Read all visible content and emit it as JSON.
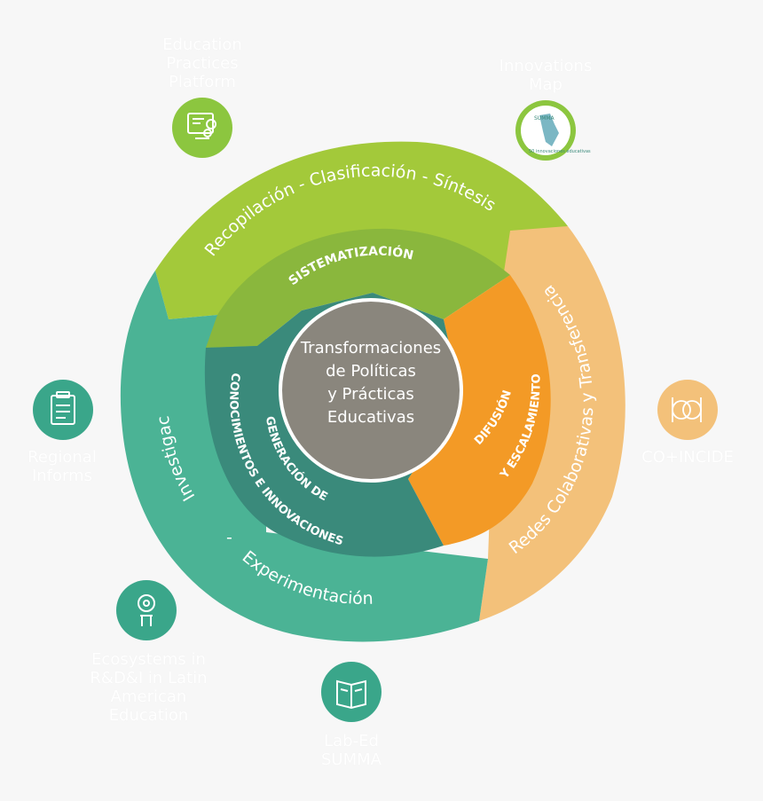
{
  "center": {
    "text": "Transformaciones\nde Políticas\ny Prácticas\nEducativas"
  },
  "outer_ring": {
    "top": {
      "text": "Recopilación - Clasificación - Síntesis",
      "color": "#a3c93a"
    },
    "right": {
      "text": "Redes Colaborativas y Transferencias",
      "color": "#f3c17a"
    },
    "left_a": {
      "text": "Investigación"
    },
    "left_dash": {
      "text": "-"
    },
    "left_b": {
      "text": "Experimentación"
    },
    "left_color": "#4bb395"
  },
  "inner_ring": {
    "top": {
      "text": "SISTEMATIZACIÓN",
      "color": "#8ab73d"
    },
    "right_a": {
      "text": "DIFUSIÓN"
    },
    "right_b": {
      "text": "Y ESCALAMIENTO"
    },
    "right_color": "#f39a26",
    "left_a": {
      "text": "GENERACIÓN DE"
    },
    "left_b": {
      "text": "CONOCIMIENTOS E INNOVACIONES"
    },
    "left_color": "#3a8a7b"
  },
  "center_color": "#8a867d",
  "nodes": [
    {
      "label": "Education\nPractices\nPlatform",
      "icon": "platform-icon",
      "color": "#8cc63f"
    },
    {
      "label": "Innovations\nMap",
      "icon": "map-icon",
      "color": "#8cc63f"
    },
    {
      "label": "CO+INCIDE",
      "icon": "coincide-icon",
      "color": "#f3c17a"
    },
    {
      "label": "Regional\nInforms",
      "icon": "clipboard-icon",
      "color": "#3aa68a"
    },
    {
      "label": "Ecosystems in\nR&D&I in Latin\nAmerican\nEducation",
      "icon": "gear-person-icon",
      "color": "#3aa68a"
    },
    {
      "label": "Lab-Ed\nSUMMA",
      "icon": "book-icon",
      "color": "#3aa68a"
    }
  ],
  "map_badge": {
    "brand": "SUMMA",
    "caption": "50 innovaciones educativas"
  }
}
